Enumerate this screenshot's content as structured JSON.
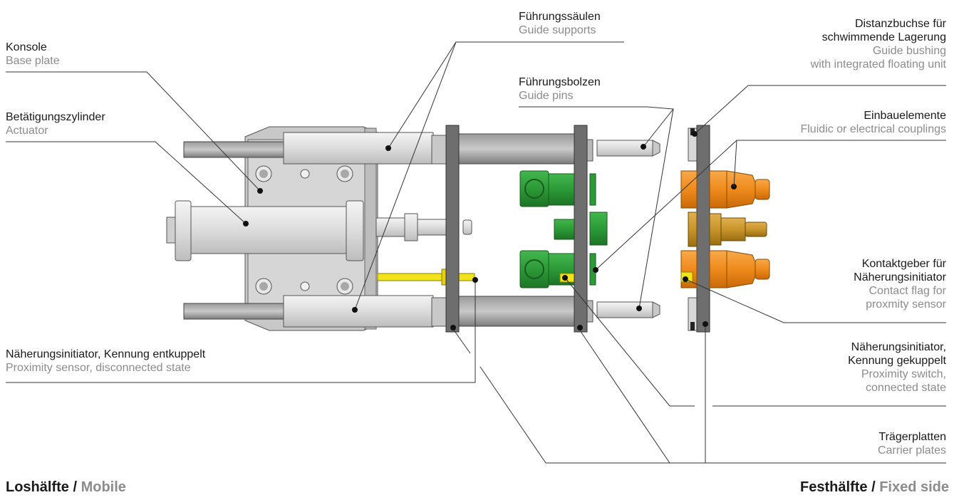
{
  "labels": {
    "konsole": {
      "de": "Konsole",
      "en": "Base plate"
    },
    "zylinder": {
      "de": "Betätigungszylinder",
      "en": "Actuator"
    },
    "saeulen": {
      "de": "Führungssäulen",
      "en": "Guide supports"
    },
    "bolzen": {
      "de": "Führungsbolzen",
      "en": "Guide pins"
    },
    "distanz": {
      "de1": "Distanzbuchse für",
      "de2": "schwimmende Lagerung",
      "en1": "Guide bushing",
      "en2": "with integrated floating unit"
    },
    "einbau": {
      "de": "Einbauelemente",
      "en": "Fluidic or electrical couplings"
    },
    "kontakt": {
      "de1": "Kontaktgeber für",
      "de2": "Näherungsinitiator",
      "en1": "Contact flag for",
      "en2": "proxmity sensor"
    },
    "sensor_open": {
      "de": "Näherungsinitiator, Kennung entkuppelt",
      "en": "Proximity sensor, disconnected state"
    },
    "sensor_closed": {
      "de1": "Näherungsinitiator,",
      "de2": "Kennung gekuppelt",
      "en1": "Proximity switch,",
      "en2": "connected state"
    },
    "traeger": {
      "de": "Trägerplatten",
      "en": "Carrier plates"
    }
  },
  "footer": {
    "left": {
      "de": "Loshälfte / ",
      "en": "Mobile"
    },
    "right": {
      "de": "Festhälfte / ",
      "en": "Fixed side"
    }
  },
  "colors": {
    "steel_light": "#d9d9d9",
    "steel_dark": "#6e6e6e",
    "green": "#2f9e3a",
    "orange": "#f08a1c",
    "brass": "#c8952a",
    "yellow": "#f2e21a"
  }
}
